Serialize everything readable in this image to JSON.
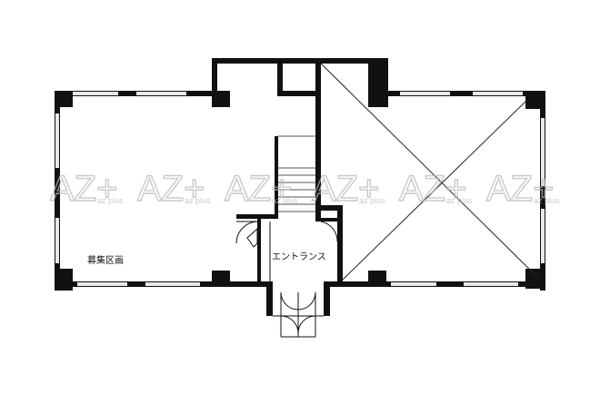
{
  "labels": {
    "recruitment_area": "募集区画",
    "entrance": "エントランス"
  },
  "watermark": {
    "logo_text": "AZ+",
    "sub_text": "az plus",
    "repeat_count": 6
  },
  "colors": {
    "wall": "#111111",
    "window": "#e8e8e8",
    "watermark": "#b9b9b9",
    "background": "#ffffff"
  }
}
